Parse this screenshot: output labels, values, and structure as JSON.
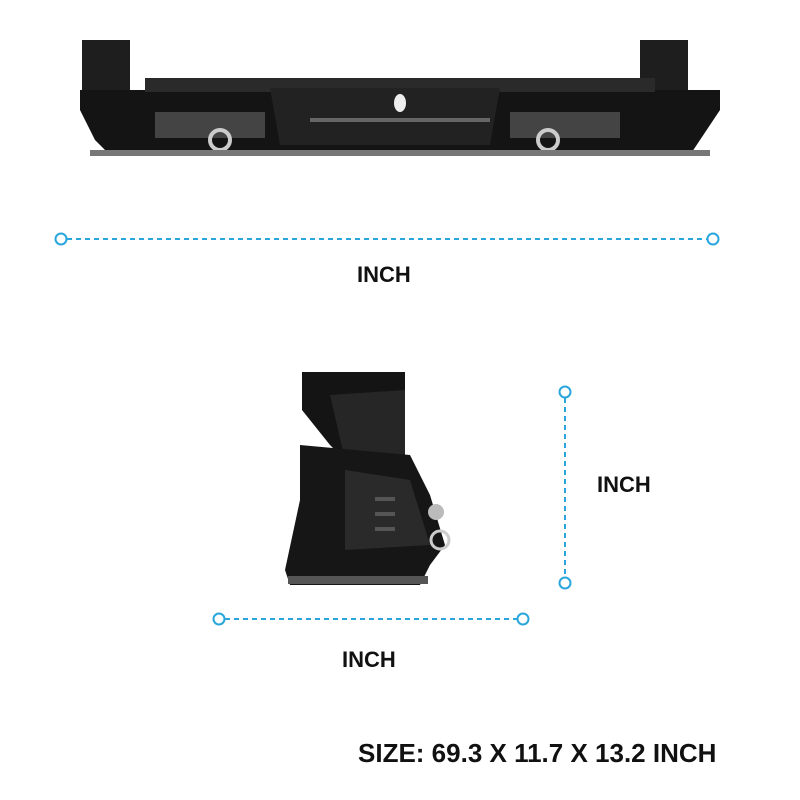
{
  "labels": {
    "width_unit": "INCH",
    "height_unit": "INCH",
    "depth_unit": "INCH"
  },
  "size_text": "SIZE: 69.3 X 11.7 X 13.2 INCH",
  "colors": {
    "dimension_line": "#2aa6dc",
    "product": "#1a1a1a"
  }
}
